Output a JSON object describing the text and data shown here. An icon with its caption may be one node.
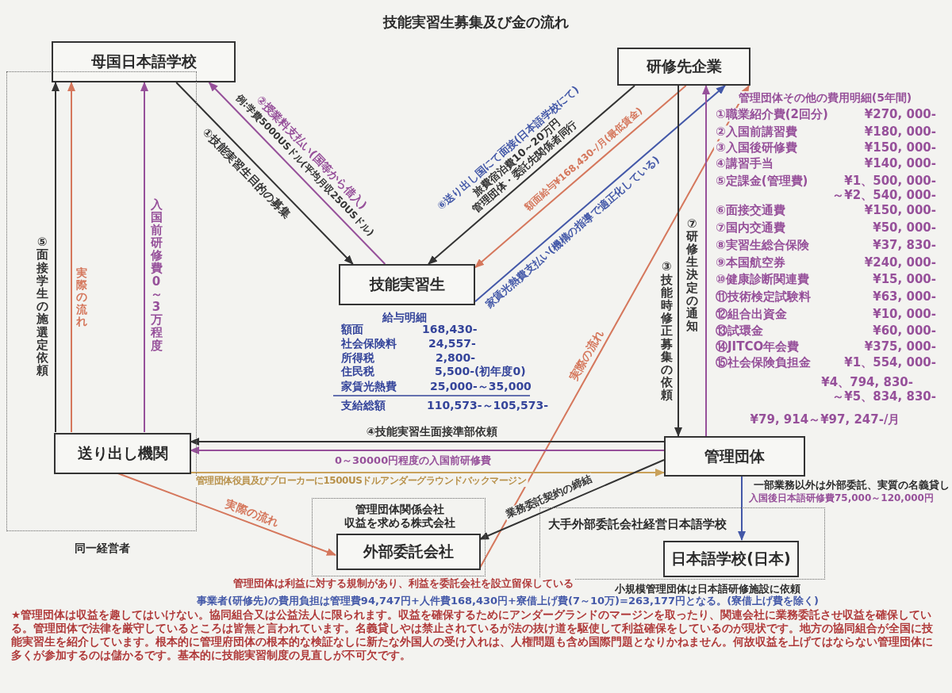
{
  "diagram": {
    "title": "技能実習生募集及び金の流れ",
    "nodes": [
      {
        "text": [
          "母国日本語学校"
        ]
      },
      {
        "text": [
          "研修先企業"
        ]
      },
      {
        "text": [
          "技能実習生"
        ]
      },
      {
        "text": [
          "同一経営者"
        ]
      },
      {
        "text": [
          "送り出し機関"
        ],
        "in": 3
      },
      {
        "text": [
          "管理団体"
        ],
        "beside": [
          "一部業務以外は外部委託、実質の名義貸し"
        ]
      },
      {
        "text": [
          "管理団体関係会社",
          "収益を求める株式会社"
        ]
      },
      {
        "text": [
          "外部委託会社"
        ],
        "in": 6
      },
      {
        "text": [
          "大手外部委託会社経営日本語学校"
        ]
      },
      {
        "text": [
          "日本語学校(日本)"
        ],
        "in": 8,
        "beside": [
          "小規模管理団体は日本語研修施設に依頼"
        ]
      }
    ],
    "edges": [
      {
        "from": 0,
        "to": 2,
        "arrow": "to",
        "label": "①技能実習生目的の募集"
      },
      {
        "from": 2,
        "to": 0,
        "arrow": "to",
        "label": "②授業料支払い(国等から借入)",
        "color": "#96509a"
      },
      {
        "from": 1,
        "to": 2,
        "arrow": "to",
        "label": "⑥送り出し国にて面接(日本語学校にて)"
      },
      {
        "from": 1,
        "to": 2,
        "arrow": "to",
        "label": "額面給与¥168,430-/月(最低賃金)",
        "color": "#d5775c"
      },
      {
        "from": 2,
        "to": 1,
        "arrow": "to",
        "label": "家賃光熱費支払い(機構の指導で適正化している)",
        "color": "#4358a8"
      },
      {
        "from": 7,
        "to": 1,
        "arrow": "to",
        "label": "実際の流れ",
        "color": "#d5775c"
      },
      {
        "from": 1,
        "to": 5,
        "arrow": "to",
        "label": "③技能時修正募集の依頼"
      },
      {
        "from": 5,
        "to": 1,
        "arrow": "to",
        "label": "⑦研修生決定の通知",
        "color": "#96509a"
      },
      {
        "from": 4,
        "to": 0,
        "arrow": "to",
        "label": "⑤面接学生の施選定依頼"
      },
      {
        "from": 4,
        "to": 0,
        "arrow": "to",
        "label": "実際の流れ",
        "color": "#d5775c"
      },
      {
        "from": 4,
        "to": 0,
        "arrow": "to",
        "label": "入国前研修費0～3万程度",
        "color": "#96509a"
      },
      {
        "from": 5,
        "to": 4,
        "arrow": "to",
        "label": "④技能実習生面接準部依頼"
      },
      {
        "from": 5,
        "to": 4,
        "arrow": "to",
        "label": "0～30000円程度の入国前研修費",
        "color": "#96509a"
      },
      {
        "from": 4,
        "to": 5,
        "arrow": "to",
        "label": "管理団体役員及びブローカーに1500USドルアンダーグラウンドバックマージン",
        "color": "#c9a15a"
      },
      {
        "from": 4,
        "to": 7,
        "arrow": "to",
        "label": "実際の流れ",
        "color": "#d5775c"
      },
      {
        "from": 5,
        "to": 7,
        "arrow": "to",
        "label": "業務委託契約の締結"
      },
      {
        "from": 5,
        "to": 9,
        "arrow": "to",
        "label": "入国後日本語研修費75,000～120,000円",
        "color": "#4358a8"
      }
    ],
    "labels": [
      "例:学費5000USドル(平均月収250USドル)",
      "旅費宿泊費10～20万円",
      "管理団体・委託先関係者同行",
      "管理団体その他の費用明細(5年間)",
      "①職業紹介費(2回分)",
      "¥270, 000-",
      "②入国前講習費",
      "¥180, 000-",
      "③入国後研修費",
      "¥150, 000-",
      "④講習手当",
      "¥140, 000-",
      "⑤定課金(管理費)",
      "¥1、500, 000-",
      "～¥2、540, 000-",
      "⑥面接交通費",
      "¥150, 000-",
      "⑦国内交通費",
      "¥50, 000-",
      "⑧実習生総合保険",
      "¥37, 830-",
      "⑨本国航空券",
      "¥240, 000-",
      "⑩健康診断関連費",
      "¥15, 000-",
      "⑪技術検定試験料",
      "¥63, 000-",
      "⑫組合出資金",
      "¥10, 000-",
      "⑬試環金",
      "¥60, 000-",
      "⑭JITCO年会費",
      "¥375, 000-",
      "⑮社会保険負担金",
      "¥1、554, 000-",
      "¥4、794, 830-",
      "～¥5、834, 830-",
      "¥79, 914～¥97, 247-/月",
      "給与明細",
      "額面",
      "168,430-",
      "社会保険料",
      "24,557-",
      "所得税",
      "2,800-",
      "住民税",
      "5,500-(初年度0)",
      "家賃光熱費",
      "25,000-～35,000",
      "支給総額",
      "110,573-～105,573-",
      "管理団体は利益に対する規制があり、利益を委託会社を設立留保している",
      "事業者(研修先)の費用負担は管理費94,747円+人件費168,430円+寮借上げ費(7～10万)=263,177円となる。(寮借上げ費を除く)",
      "★管理団体は収益を趣してはいけない。協同組合又は公益法人に限られます。収益を確保するためにアンダーグランドのマージンを取ったり、関連会社に業務委託させ収益を確保している。管理団体で法律を厳守しているところは皆無と言われています。名義貸しやは禁止されているが法の抜け道を駆使して利益確保をしているのが現状です。地方の協同組合が全国に技能実習生を紹介しています。根本的に管理府団体の根本的な検証なしに新たな外国人の受け入れは、人権問題も含め国際門題となりかねません。何故収益を上げてはならない管理団体に多くが参加するのは儲かるです。基本的に技能実習制度の見直しが不可欠です。"
    ]
  }
}
